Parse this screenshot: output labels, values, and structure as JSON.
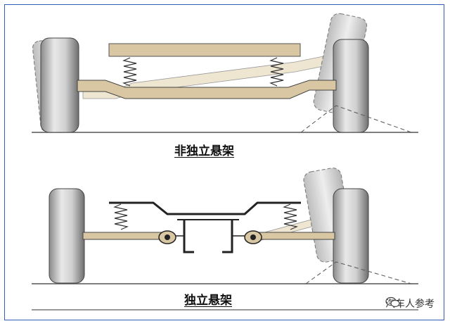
{
  "top_diagram": {
    "caption": "非独立悬架"
  },
  "bottom_diagram": {
    "caption": "独立悬架"
  },
  "watermark": {
    "text": "汽车人参考",
    "icon": "wechat-icon"
  },
  "colors": {
    "frame_border": "#2f5fb3",
    "axle": "#d8c7a2",
    "tire": "#c8c8c8"
  }
}
